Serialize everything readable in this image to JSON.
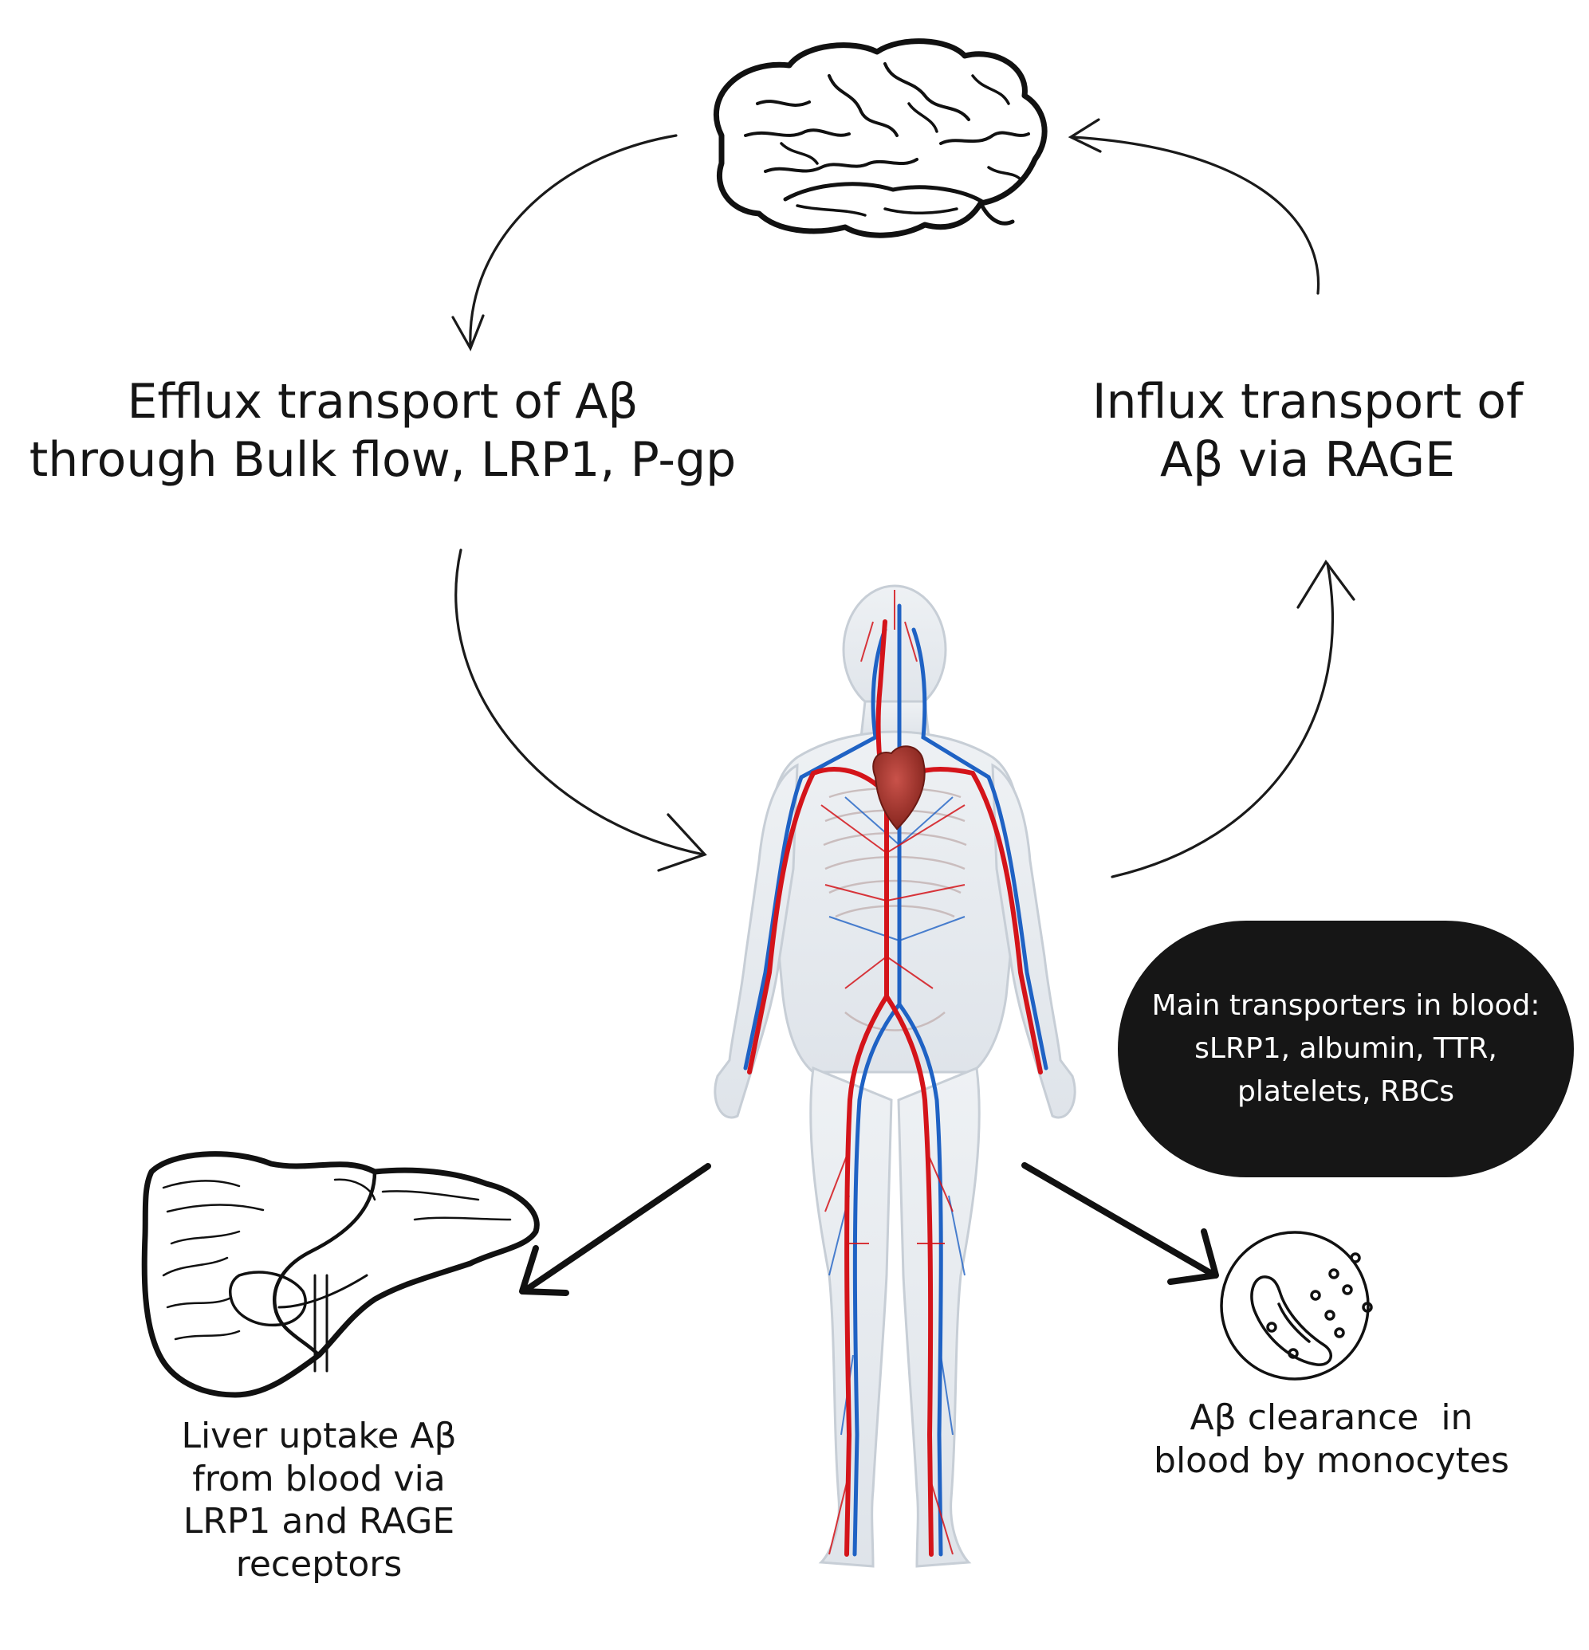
{
  "labels": {
    "efflux": [
      "Efflux transport of Aβ",
      "through Bulk flow, LRP1, P-gp"
    ],
    "influx": [
      "Influx transport of",
      "Aβ via RAGE"
    ],
    "transporters": [
      "Main transporters in blood:",
      "sLRP1, albumin, TTR,",
      "platelets, RBCs"
    ],
    "liver": [
      "Liver uptake Aβ",
      "from blood via",
      "LRP1 and RAGE",
      "receptors"
    ],
    "monocyte": [
      "Aβ clearance  in",
      "blood by monocytes"
    ]
  },
  "colors": {
    "artery": "#d4141a",
    "vein": "#1f62c4",
    "heart": "#a8322a",
    "pill": "#161616",
    "ink": "#151515"
  },
  "icons": [
    "brain-icon",
    "human-circulatory-system-icon",
    "heart-icon",
    "liver-icon",
    "monocyte-icon"
  ]
}
